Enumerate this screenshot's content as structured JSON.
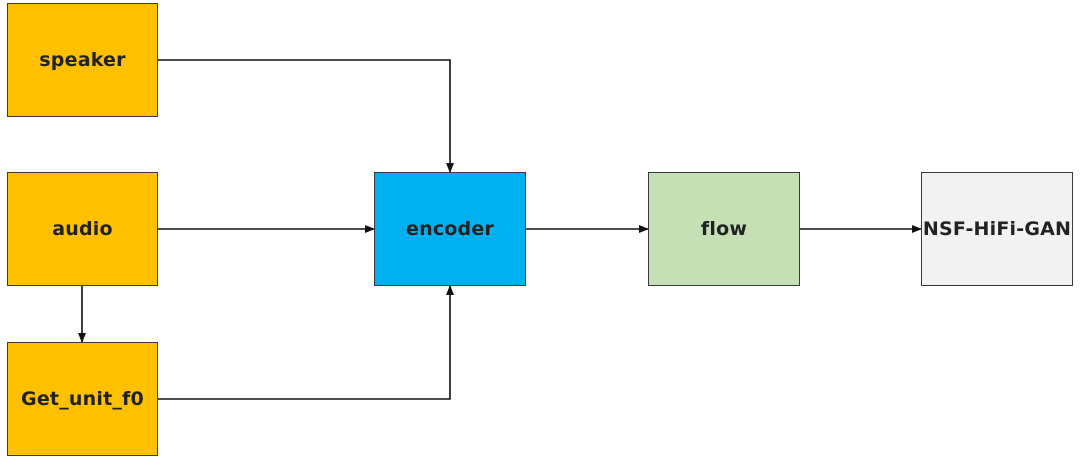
{
  "diagram": {
    "nodes": {
      "speaker": {
        "label": "speaker",
        "color": "#ffc000"
      },
      "audio": {
        "label": "audio",
        "color": "#ffc000"
      },
      "get_unit_f0": {
        "label": "Get_unit_f0",
        "color": "#ffc000"
      },
      "encoder": {
        "label": "encoder",
        "color": "#00b0f0"
      },
      "flow": {
        "label": "flow",
        "color": "#c5e0b4"
      },
      "nsf_hifi_gan": {
        "label": "NSF-HiFi-GAN",
        "color": "#f2f2f2"
      }
    },
    "edges": [
      {
        "from": "speaker",
        "to": "encoder"
      },
      {
        "from": "audio",
        "to": "encoder"
      },
      {
        "from": "audio",
        "to": "get_unit_f0"
      },
      {
        "from": "get_unit_f0",
        "to": "encoder"
      },
      {
        "from": "encoder",
        "to": "flow"
      },
      {
        "from": "flow",
        "to": "nsf_hifi_gan"
      }
    ]
  }
}
